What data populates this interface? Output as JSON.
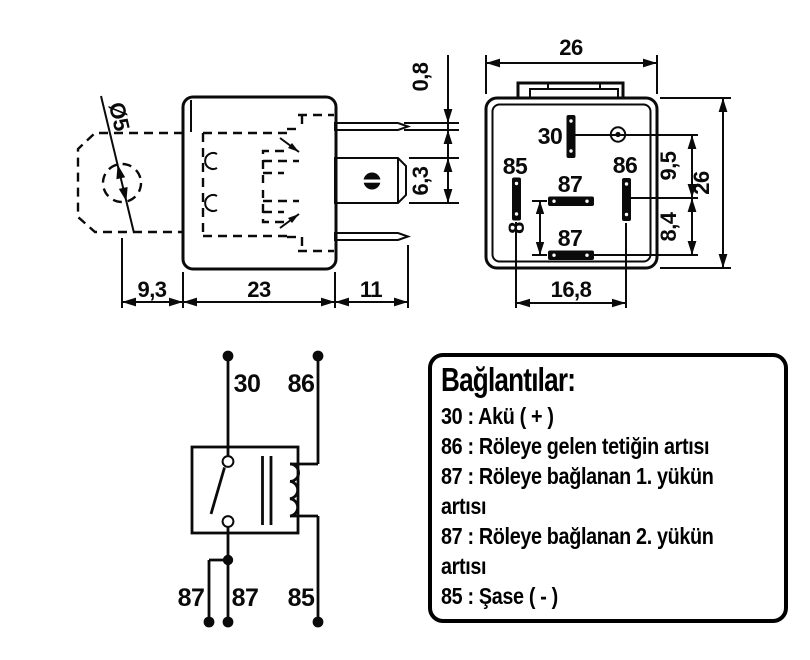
{
  "side_view": {
    "hole_dia": "Ø5",
    "pin_thickness": "0,8",
    "blade_width": "6,3",
    "tab_offset": "9,3",
    "body_width": "23",
    "pin_length": "11"
  },
  "pin_view": {
    "width": "26",
    "height": "26",
    "pitch_top": "9,5",
    "pitch_bottom": "8,4",
    "pitch_87": "8",
    "pitch_85_86": "16,8",
    "pin30": "30",
    "pin85": "85",
    "pin86": "86",
    "pin87a": "87",
    "pin87b": "87"
  },
  "schematic": {
    "pin30": "30",
    "pin86": "86",
    "pin87a": "87",
    "pin87b": "87",
    "pin85": "85"
  },
  "legend": {
    "title": "Bağlantılar:",
    "items": [
      {
        "text": "30 : Akü ( + )"
      },
      {
        "text": "86 : Röleye gelen tetiğin artısı"
      },
      {
        "text": "87 : Röleye bağlanan 1. yükün\nartısı"
      },
      {
        "text": "87 : Röleye bağlanan 2. yükün\nartısı"
      },
      {
        "text": "85 : Şase ( - )"
      }
    ]
  }
}
